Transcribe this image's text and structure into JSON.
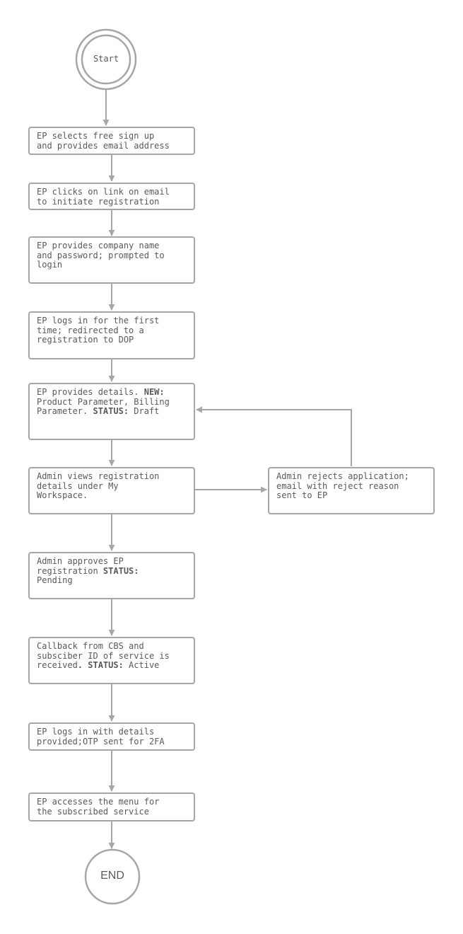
{
  "start": {
    "label": "Start"
  },
  "end": {
    "label": "END"
  },
  "steps": [
    {
      "id": "signup",
      "lines": [
        [
          {
            "t": "EP selects free sign up"
          }
        ],
        [
          {
            "t": "and provides email address"
          }
        ]
      ]
    },
    {
      "id": "email-link",
      "lines": [
        [
          {
            "t": "EP clicks on link on email"
          }
        ],
        [
          {
            "t": "to initiate registration"
          }
        ]
      ]
    },
    {
      "id": "company",
      "lines": [
        [
          {
            "t": "EP provides company name"
          }
        ],
        [
          {
            "t": "and password; prompted to"
          }
        ],
        [
          {
            "t": "login"
          }
        ]
      ]
    },
    {
      "id": "first-login",
      "lines": [
        [
          {
            "t": "EP logs in for the first"
          }
        ],
        [
          {
            "t": "time; redirected to a"
          }
        ],
        [
          {
            "t": "registration to DOP"
          }
        ]
      ]
    },
    {
      "id": "details",
      "lines": [
        [
          {
            "t": "EP provides details. "
          },
          {
            "t": "NEW:",
            "b": true
          }
        ],
        [
          {
            "t": "Product Parameter, Billing"
          }
        ],
        [
          {
            "t": "Parameter. "
          },
          {
            "t": "STATUS:",
            "b": true
          },
          {
            "t": " Draft"
          }
        ]
      ]
    },
    {
      "id": "admin-view",
      "lines": [
        [
          {
            "t": "Admin views registration"
          }
        ],
        [
          {
            "t": "details under My"
          }
        ],
        [
          {
            "t": "Workspace."
          }
        ]
      ]
    },
    {
      "id": "admin-approve",
      "lines": [
        [
          {
            "t": "Admin approves EP"
          }
        ],
        [
          {
            "t": "registration "
          },
          {
            "t": "STATUS:",
            "b": true
          }
        ],
        [
          {
            "t": "Pending"
          }
        ]
      ]
    },
    {
      "id": "callback",
      "lines": [
        [
          {
            "t": "Callback from CBS and"
          }
        ],
        [
          {
            "t": "subsciber ID of service is"
          }
        ],
        [
          {
            "t": "received"
          },
          {
            "t": ". STATUS:",
            "b": true
          },
          {
            "t": " Active"
          }
        ]
      ]
    },
    {
      "id": "otp-login",
      "lines": [
        [
          {
            "t": "EP logs in with details"
          }
        ],
        [
          {
            "t": "provided;OTP sent for 2FA"
          }
        ]
      ]
    },
    {
      "id": "menu",
      "lines": [
        [
          {
            "t": "EP accesses the menu for"
          }
        ],
        [
          {
            "t": "the subscribed service"
          }
        ]
      ]
    },
    {
      "id": "reject",
      "lines": [
        [
          {
            "t": "Admin rejects application;"
          }
        ],
        [
          {
            "t": "email with reject reason"
          }
        ],
        [
          {
            "t": "sent to EP"
          }
        ]
      ]
    }
  ],
  "colors": {
    "stroke": "#a6a6a6",
    "text": "#595959",
    "background": "#ffffff"
  }
}
